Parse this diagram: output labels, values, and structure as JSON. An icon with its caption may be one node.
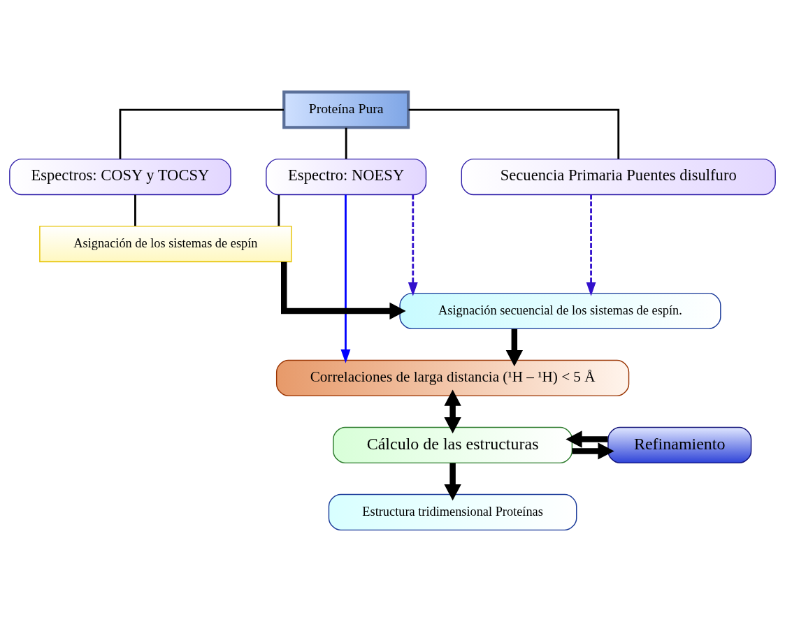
{
  "diagram": {
    "nodes": [
      {
        "text": [
          "Proteína Pura"
        ]
      },
      {
        "text": [
          "Espectros: COSY y TOCSY"
        ]
      },
      {
        "text": [
          "Espectro: NOESY"
        ]
      },
      {
        "text": [
          "Secuencia Primaria Puentes disulfuro"
        ]
      },
      {
        "text": [
          "Asignación de los sistemas de espín"
        ]
      },
      {
        "text": [
          "Asignación secuencial de los sistemas de espín."
        ]
      },
      {
        "text": [
          "Correlaciones de larga distancia (¹H – ¹H) < 5 Å"
        ]
      },
      {
        "text": [
          "Refinamiento"
        ]
      },
      {
        "text": [
          "Cálculo de las estructuras"
        ]
      },
      {
        "text": [
          "Estructura tridimensional Proteínas"
        ]
      }
    ],
    "edges": [
      {
        "from": 0,
        "to": 1,
        "arrow": "none"
      },
      {
        "from": 0,
        "to": 2,
        "arrow": "none"
      },
      {
        "from": 0,
        "to": 3,
        "arrow": "none"
      },
      {
        "from": 1,
        "to": 4,
        "arrow": "none"
      },
      {
        "from": 2,
        "to": 4,
        "arrow": "none"
      },
      {
        "from": 2,
        "to": 5,
        "arrow": "to",
        "style": "dashed",
        "color": "#3311cc"
      },
      {
        "from": 3,
        "to": 5,
        "arrow": "to",
        "style": "dashed",
        "color": "#3311cc"
      },
      {
        "from": 2,
        "to": 6,
        "arrow": "to",
        "color": "#0000ff"
      },
      {
        "from": 4,
        "to": 5,
        "arrow": "to",
        "style": "thick"
      },
      {
        "from": 5,
        "to": 6,
        "arrow": "to",
        "style": "thick"
      },
      {
        "from": 6,
        "to": 8,
        "arrow": "both",
        "style": "thick"
      },
      {
        "from": 8,
        "to": 7,
        "arrow": "to",
        "style": "thick"
      },
      {
        "from": 7,
        "to": 8,
        "arrow": "to",
        "style": "thick"
      },
      {
        "from": 8,
        "to": 9,
        "arrow": "to",
        "style": "thick"
      }
    ]
  }
}
